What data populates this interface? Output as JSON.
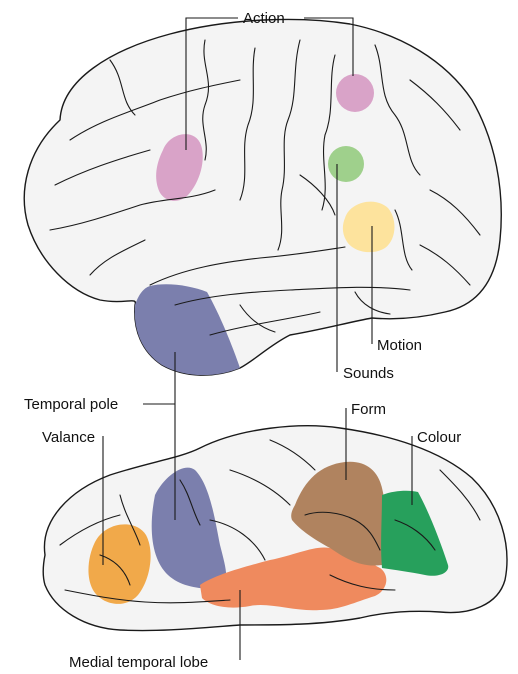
{
  "labels": {
    "action": "Action",
    "motion": "Motion",
    "sounds": "Sounds",
    "temporal_pole": "Temporal pole",
    "valance": "Valance",
    "form": "Form",
    "colour": "Colour",
    "medial_temporal_lobe": "Medial temporal lobe"
  },
  "colors": {
    "action": "#d9a3c8",
    "sounds": "#9fd08c",
    "motion": "#fde39d",
    "temporal_pole": "#7b7fad",
    "valance": "#f1a94a",
    "form": "#b0835f",
    "colour": "#27a05c",
    "medial_temporal_lobe": "#ef8a5e"
  }
}
